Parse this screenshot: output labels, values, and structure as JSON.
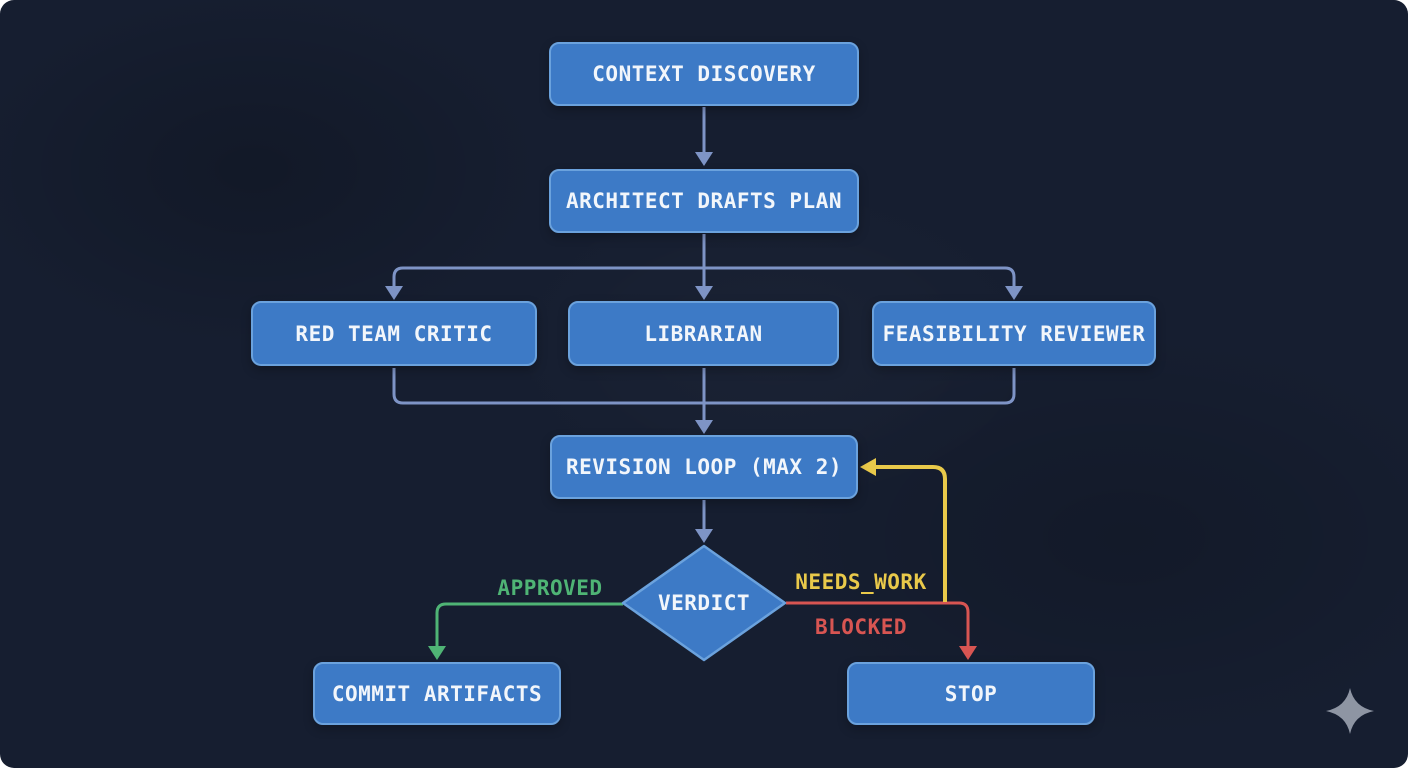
{
  "diagram": {
    "type": "flowchart",
    "background_color": "#161e30",
    "node_fill_color": "#3d7ac6",
    "node_border_color": "#6ba2dd",
    "node_text_color": "#f2f6fb",
    "connector_color": "#7e94c6",
    "nodes": [
      {
        "id": "context-discovery",
        "label": "CONTEXT DISCOVERY",
        "shape": "rect"
      },
      {
        "id": "architect-drafts-plan",
        "label": "ARCHITECT DRAFTS PLAN",
        "shape": "rect"
      },
      {
        "id": "red-team-critic",
        "label": "RED TEAM CRITIC",
        "shape": "rect"
      },
      {
        "id": "librarian",
        "label": "LIBRARIAN",
        "shape": "rect"
      },
      {
        "id": "feasibility-reviewer",
        "label": "FEASIBILITY REVIEWER",
        "shape": "rect"
      },
      {
        "id": "revision-loop",
        "label": "REVISION LOOP (MAX 2)",
        "shape": "rect"
      },
      {
        "id": "verdict",
        "label": "VERDICT",
        "shape": "diamond"
      },
      {
        "id": "commit-artifacts",
        "label": "COMMIT ARTIFACTS",
        "shape": "rect"
      },
      {
        "id": "stop",
        "label": "STOP",
        "shape": "rect"
      }
    ],
    "edges": [
      {
        "from": "context-discovery",
        "to": "architect-drafts-plan",
        "label": "",
        "color": "#7e94c6"
      },
      {
        "from": "architect-drafts-plan",
        "to": "red-team-critic",
        "label": "",
        "color": "#7e94c6"
      },
      {
        "from": "architect-drafts-plan",
        "to": "librarian",
        "label": "",
        "color": "#7e94c6"
      },
      {
        "from": "architect-drafts-plan",
        "to": "feasibility-reviewer",
        "label": "",
        "color": "#7e94c6"
      },
      {
        "from": "red-team-critic",
        "to": "revision-loop",
        "label": "",
        "color": "#7e94c6"
      },
      {
        "from": "librarian",
        "to": "revision-loop",
        "label": "",
        "color": "#7e94c6"
      },
      {
        "from": "feasibility-reviewer",
        "to": "revision-loop",
        "label": "",
        "color": "#7e94c6"
      },
      {
        "from": "revision-loop",
        "to": "verdict",
        "label": "",
        "color": "#7e94c6"
      },
      {
        "from": "verdict",
        "to": "commit-artifacts",
        "label": "APPROVED",
        "color": "#4fb475"
      },
      {
        "from": "verdict",
        "to": "revision-loop",
        "label": "NEEDS_WORK",
        "color": "#e9c94a"
      },
      {
        "from": "verdict",
        "to": "stop",
        "label": "BLOCKED",
        "color": "#d85552"
      }
    ],
    "decoration": {
      "sparkle_icon_color": "#8e95a3",
      "sparkle_icon_glyph": "✦"
    }
  }
}
